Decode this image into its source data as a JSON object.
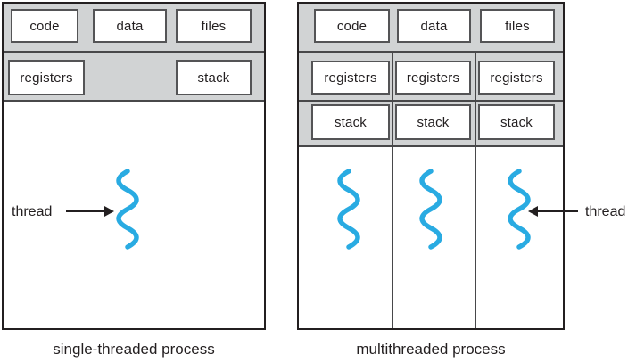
{
  "figure": {
    "type": "os-process-thread-diagram"
  },
  "left_panel": {
    "caption": "single-threaded process",
    "code": "code",
    "data": "data",
    "files": "files",
    "registers": "registers",
    "stack": "stack",
    "thread_label": "thread"
  },
  "right_panel": {
    "caption": "multithreaded process",
    "code": "code",
    "data": "data",
    "files": "files",
    "registers": [
      "registers",
      "registers",
      "registers"
    ],
    "stack": [
      "stack",
      "stack",
      "stack"
    ],
    "thread_label": "thread"
  },
  "colors": {
    "thread_cyan": "#29abe2",
    "panel_gray": "#d1d3d4",
    "line_dark": "#231f20",
    "box_border": "#545456"
  }
}
